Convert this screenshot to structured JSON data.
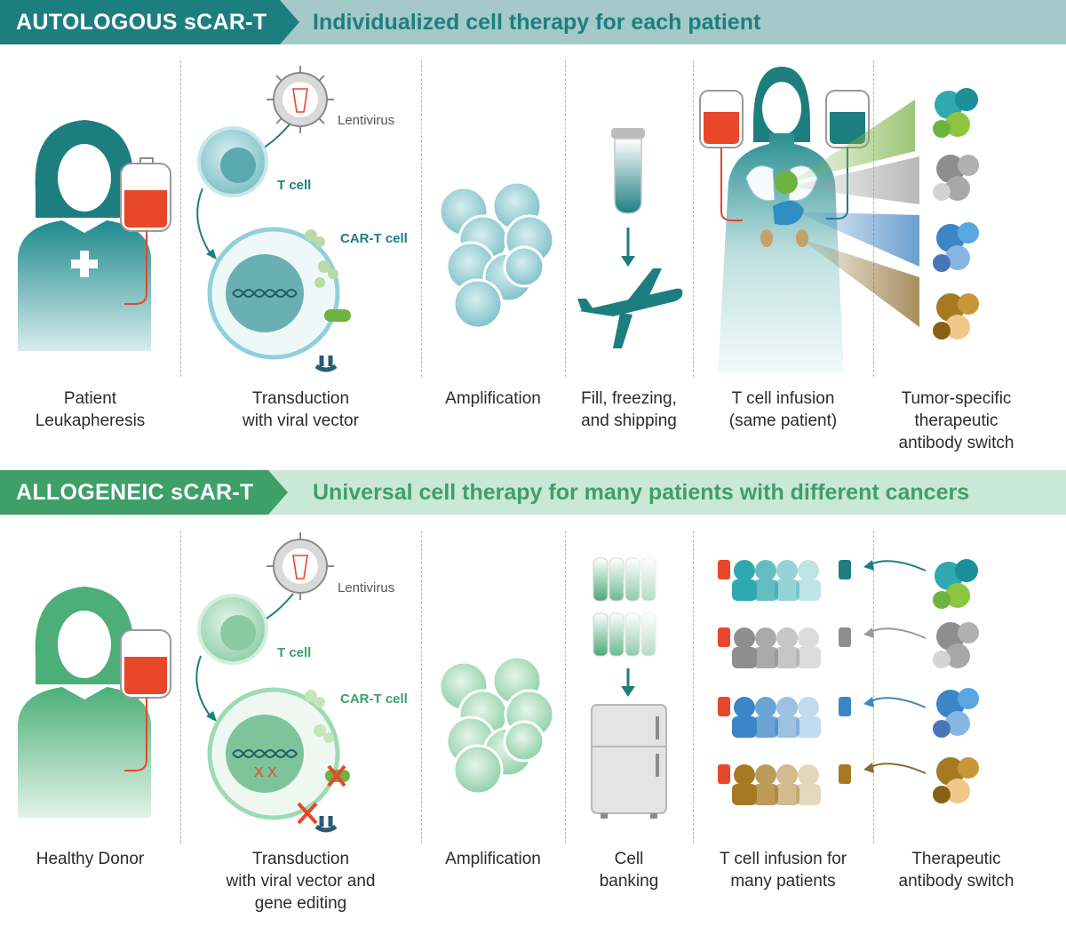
{
  "autologous": {
    "title": "AUTOLOGOUS sCAR-T",
    "subtitle": "Individualized cell therapy for each patient",
    "labels": {
      "lentivirus": "Lentivirus",
      "t_cell": "T cell",
      "car_t_cell": "CAR-T cell"
    },
    "steps": [
      "Patient\nLeukapheresis",
      "Transduction\nwith viral vector",
      "Amplification",
      "Fill, freezing,\nand shipping",
      "T cell infusion\n(same patient)",
      "Tumor-specific\ntherapeutic\nantibody switch"
    ]
  },
  "allogeneic": {
    "title": "ALLOGENEIC sCAR-T",
    "subtitle": "Universal cell therapy for many patients with different cancers",
    "labels": {
      "lentivirus": "Lentivirus",
      "t_cell": "T cell",
      "car_t_cell": "CAR-T cell"
    },
    "steps": [
      "Healthy Donor",
      "Transduction\nwith viral vector and\ngene editing",
      "Amplification",
      "Cell\nbanking",
      "T cell infusion for\nmany patients",
      "Therapeutic\nantibody switch"
    ]
  },
  "colors": {
    "autologous_accent": "#1d7e80",
    "autologous_banner_bg": "#a4c9c9",
    "allogeneic_accent": "#3e9f68",
    "allogeneic_banner_bg": "#c9e8d6",
    "blood_red": "#e8472a",
    "switch_green_teal": "#2fa8b0",
    "switch_gray": "#8e8e8e",
    "switch_blue": "#3a86c6",
    "switch_gold": "#a57a22"
  }
}
